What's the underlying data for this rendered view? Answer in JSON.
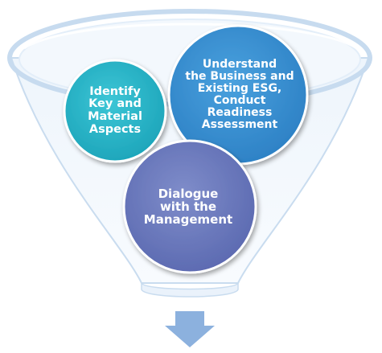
{
  "diagram": {
    "circles": {
      "identify": {
        "label": "Identify\nKey and\nMaterial\nAspects",
        "color": "#2ab2c5"
      },
      "understand": {
        "label": "Understand\nthe Business and\nExisting ESG,\nConduct\nReadiness\nAssessment",
        "color": "#3a8fd0"
      },
      "dialogue": {
        "label": "Dialogue\nwith the\nManagement",
        "color": "#6d7bbd"
      }
    },
    "funnel_color": "#dce9f6",
    "arrow_color": "#8cb1de"
  }
}
